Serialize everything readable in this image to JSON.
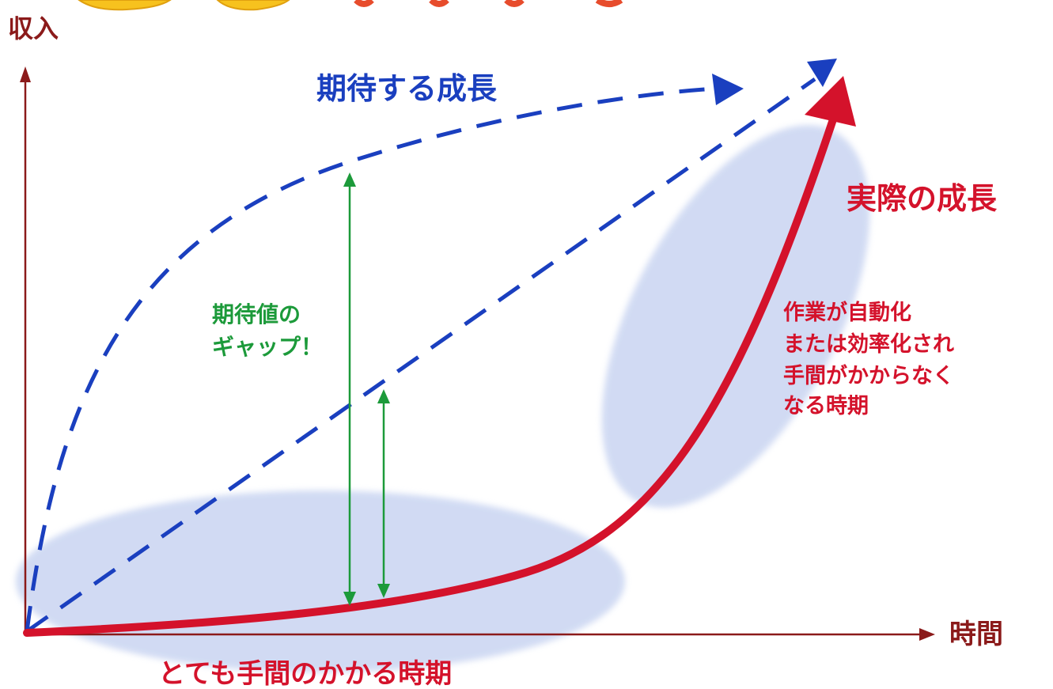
{
  "axes": {
    "y_label": "収入",
    "x_label": "時間"
  },
  "labels": {
    "expected_growth": "期待する成長",
    "actual_growth": "実際の成長",
    "gap_line1": "期待値の",
    "gap_line2": "ギャップ！",
    "automation_line1": "作業が自動化",
    "automation_line2": "または効率化され",
    "automation_line3": "手間がかからなく",
    "automation_line4": "なる時期",
    "laborious_period": "とても手間のかかる時期"
  },
  "colors": {
    "axis": "#8b1a1a",
    "expected": "#1a3fbf",
    "actual": "#d4122b",
    "gap": "#1c9a3a",
    "region": "#cfd9f3",
    "logo": "#f7c21e"
  }
}
